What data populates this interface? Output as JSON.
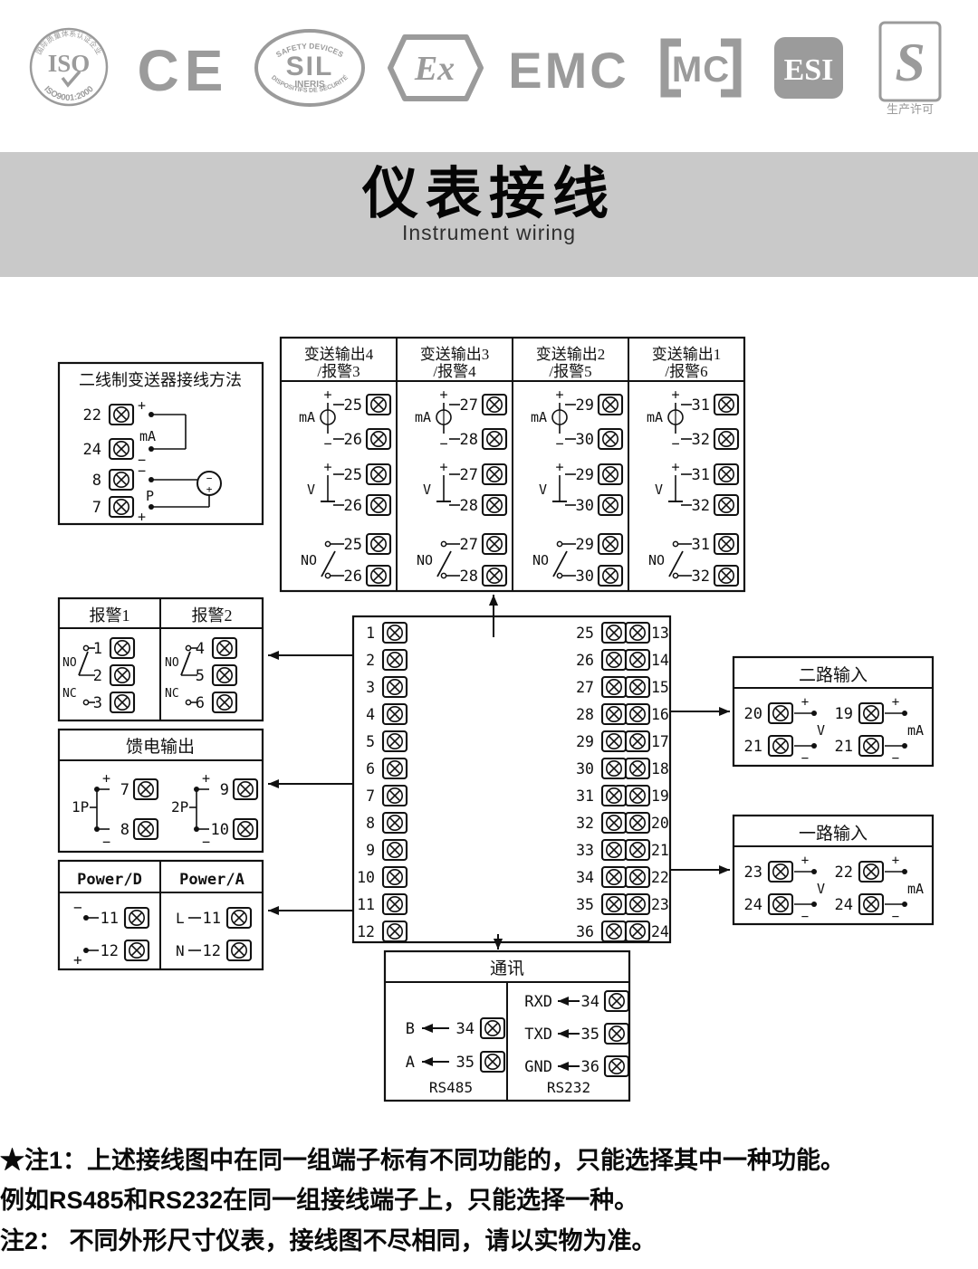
{
  "logos": {
    "iso": {
      "label": "ISO",
      "top": "国际质量体系认证企业",
      "bottom": "ISO9001:2000"
    },
    "ce": {
      "label": "CE"
    },
    "sil": {
      "label": "SIL",
      "sub": "INERIS",
      "top": "SAFETY DEVICES",
      "bottom": "DISPOSITIFS DE SÉCURITÉ"
    },
    "ex": {
      "label": "Ex"
    },
    "emc": {
      "label": "EMC"
    },
    "cmc": {
      "label": "MC"
    },
    "esi": {
      "label": "ESI"
    },
    "qs": {
      "label": "S",
      "caption": "生产许可"
    }
  },
  "banner": {
    "title": "仪表接线",
    "subtitle": "Instrument wiring"
  },
  "diagram": {
    "two_wire": {
      "title": "二线制变送器接线方法",
      "rows": [
        {
          "num": "22",
          "sign": "+"
        },
        {
          "num": "24",
          "sign": "−"
        },
        {
          "num": "8",
          "sign": "−"
        },
        {
          "num": "7",
          "sign": "+"
        }
      ],
      "ma_label": "mA",
      "p_label": "P",
      "tx_minus": "−",
      "tx_plus": "+"
    },
    "transmit": {
      "columns": [
        {
          "line1": "变送输出4",
          "line2": "/报警3",
          "t1": "25",
          "t2": "26"
        },
        {
          "line1": "变送输出3",
          "line2": "/报警4",
          "t1": "27",
          "t2": "28"
        },
        {
          "line1": "变送输出2",
          "line2": "/报警5",
          "t1": "29",
          "t2": "30"
        },
        {
          "line1": "变送输出1",
          "line2": "/报警6",
          "t1": "31",
          "t2": "32"
        }
      ],
      "ma_label": "mA",
      "v_label": "V",
      "no_label": "NO",
      "plus": "+",
      "minus": "−"
    },
    "alarms": {
      "cols": [
        {
          "title": "报警1",
          "nums": [
            "1",
            "2",
            "3"
          ]
        },
        {
          "title": "报警2",
          "nums": [
            "4",
            "5",
            "6"
          ]
        }
      ],
      "no_label": "NO",
      "nc_label": "NC"
    },
    "feed": {
      "title": "馈电输出",
      "groups": [
        {
          "label": "1P",
          "rows": [
            {
              "sign": "+",
              "num": "7"
            },
            {
              "sign": "−",
              "num": "8"
            }
          ]
        },
        {
          "label": "2P",
          "rows": [
            {
              "sign": "+",
              "num": "9"
            },
            {
              "sign": "−",
              "num": "10"
            }
          ]
        }
      ]
    },
    "power": {
      "cols": [
        {
          "title": "Power/D",
          "rows": [
            {
              "sign": "−",
              "num": "11"
            },
            {
              "sign": "+",
              "num": "12"
            }
          ]
        },
        {
          "title": "Power/A",
          "rows": [
            {
              "sign": "L",
              "num": "11"
            },
            {
              "sign": "N",
              "num": "12"
            }
          ]
        }
      ]
    },
    "center": {
      "left": [
        "1",
        "2",
        "3",
        "4",
        "5",
        "6",
        "7",
        "8",
        "9",
        "10",
        "11",
        "12"
      ],
      "right_a": [
        "25",
        "26",
        "27",
        "28",
        "29",
        "30",
        "31",
        "32",
        "33",
        "34",
        "35",
        "36"
      ],
      "right_b": [
        "13",
        "14",
        "15",
        "16",
        "17",
        "18",
        "19",
        "20",
        "21",
        "22",
        "23",
        "24"
      ]
    },
    "input2": {
      "title": "二路输入",
      "groups": [
        {
          "label": "V",
          "rows": [
            {
              "num": "20",
              "sign": "+"
            },
            {
              "num": "21",
              "sign": "−"
            }
          ]
        },
        {
          "label": "mA",
          "rows": [
            {
              "num": "19",
              "sign": "+"
            },
            {
              "num": "21",
              "sign": "−"
            }
          ]
        }
      ]
    },
    "input1": {
      "title": "一路输入",
      "groups": [
        {
          "label": "V",
          "rows": [
            {
              "num": "23",
              "sign": "+"
            },
            {
              "num": "24",
              "sign": "−"
            }
          ]
        },
        {
          "label": "mA",
          "rows": [
            {
              "num": "22",
              "sign": "+"
            },
            {
              "num": "24",
              "sign": "−"
            }
          ]
        }
      ]
    },
    "comm": {
      "title": "通讯",
      "rs485": {
        "label": "RS485",
        "rows": [
          {
            "sig": "B",
            "num": "34"
          },
          {
            "sig": "A",
            "num": "35"
          }
        ]
      },
      "rs232": {
        "label": "RS232",
        "rows": [
          {
            "sig": "RXD",
            "num": "34"
          },
          {
            "sig": "TXD",
            "num": "35"
          },
          {
            "sig": "GND",
            "num": "36"
          }
        ]
      }
    }
  },
  "notes": [
    "★注1：上述接线图中在同一组端子标有不同功能的，只能选择其中一种功能。",
    "例如RS485和RS232在同一组接线端子上，只能选择一种。",
    "注2： 不同外形尺寸仪表，接线图不尽相同，请以实物为准。"
  ]
}
